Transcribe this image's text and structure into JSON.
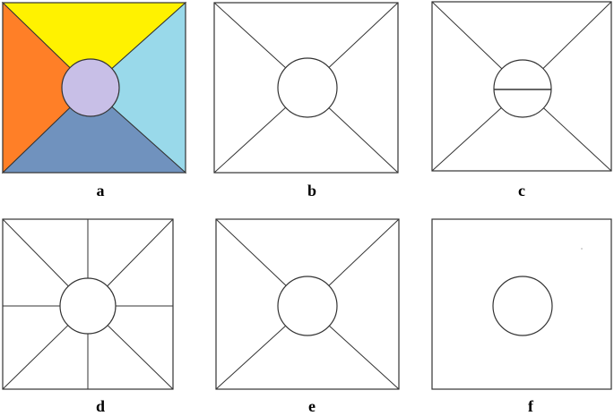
{
  "panels": [
    {
      "label": "a",
      "variant": "colored",
      "fills": {
        "top": "#FFF200",
        "left": "#FF7F27",
        "right": "#99D9EA",
        "bottom": "#7092BE",
        "circle": "#C8BFE7"
      }
    },
    {
      "label": "b",
      "variant": "diagonals-circle"
    },
    {
      "label": "c",
      "variant": "diagonals-circle-chord"
    },
    {
      "label": "d",
      "variant": "diagonals-cross-circle"
    },
    {
      "label": "e",
      "variant": "diagonals-circle"
    },
    {
      "label": "f",
      "variant": "circle-only"
    }
  ],
  "stroke_color": "#333333"
}
